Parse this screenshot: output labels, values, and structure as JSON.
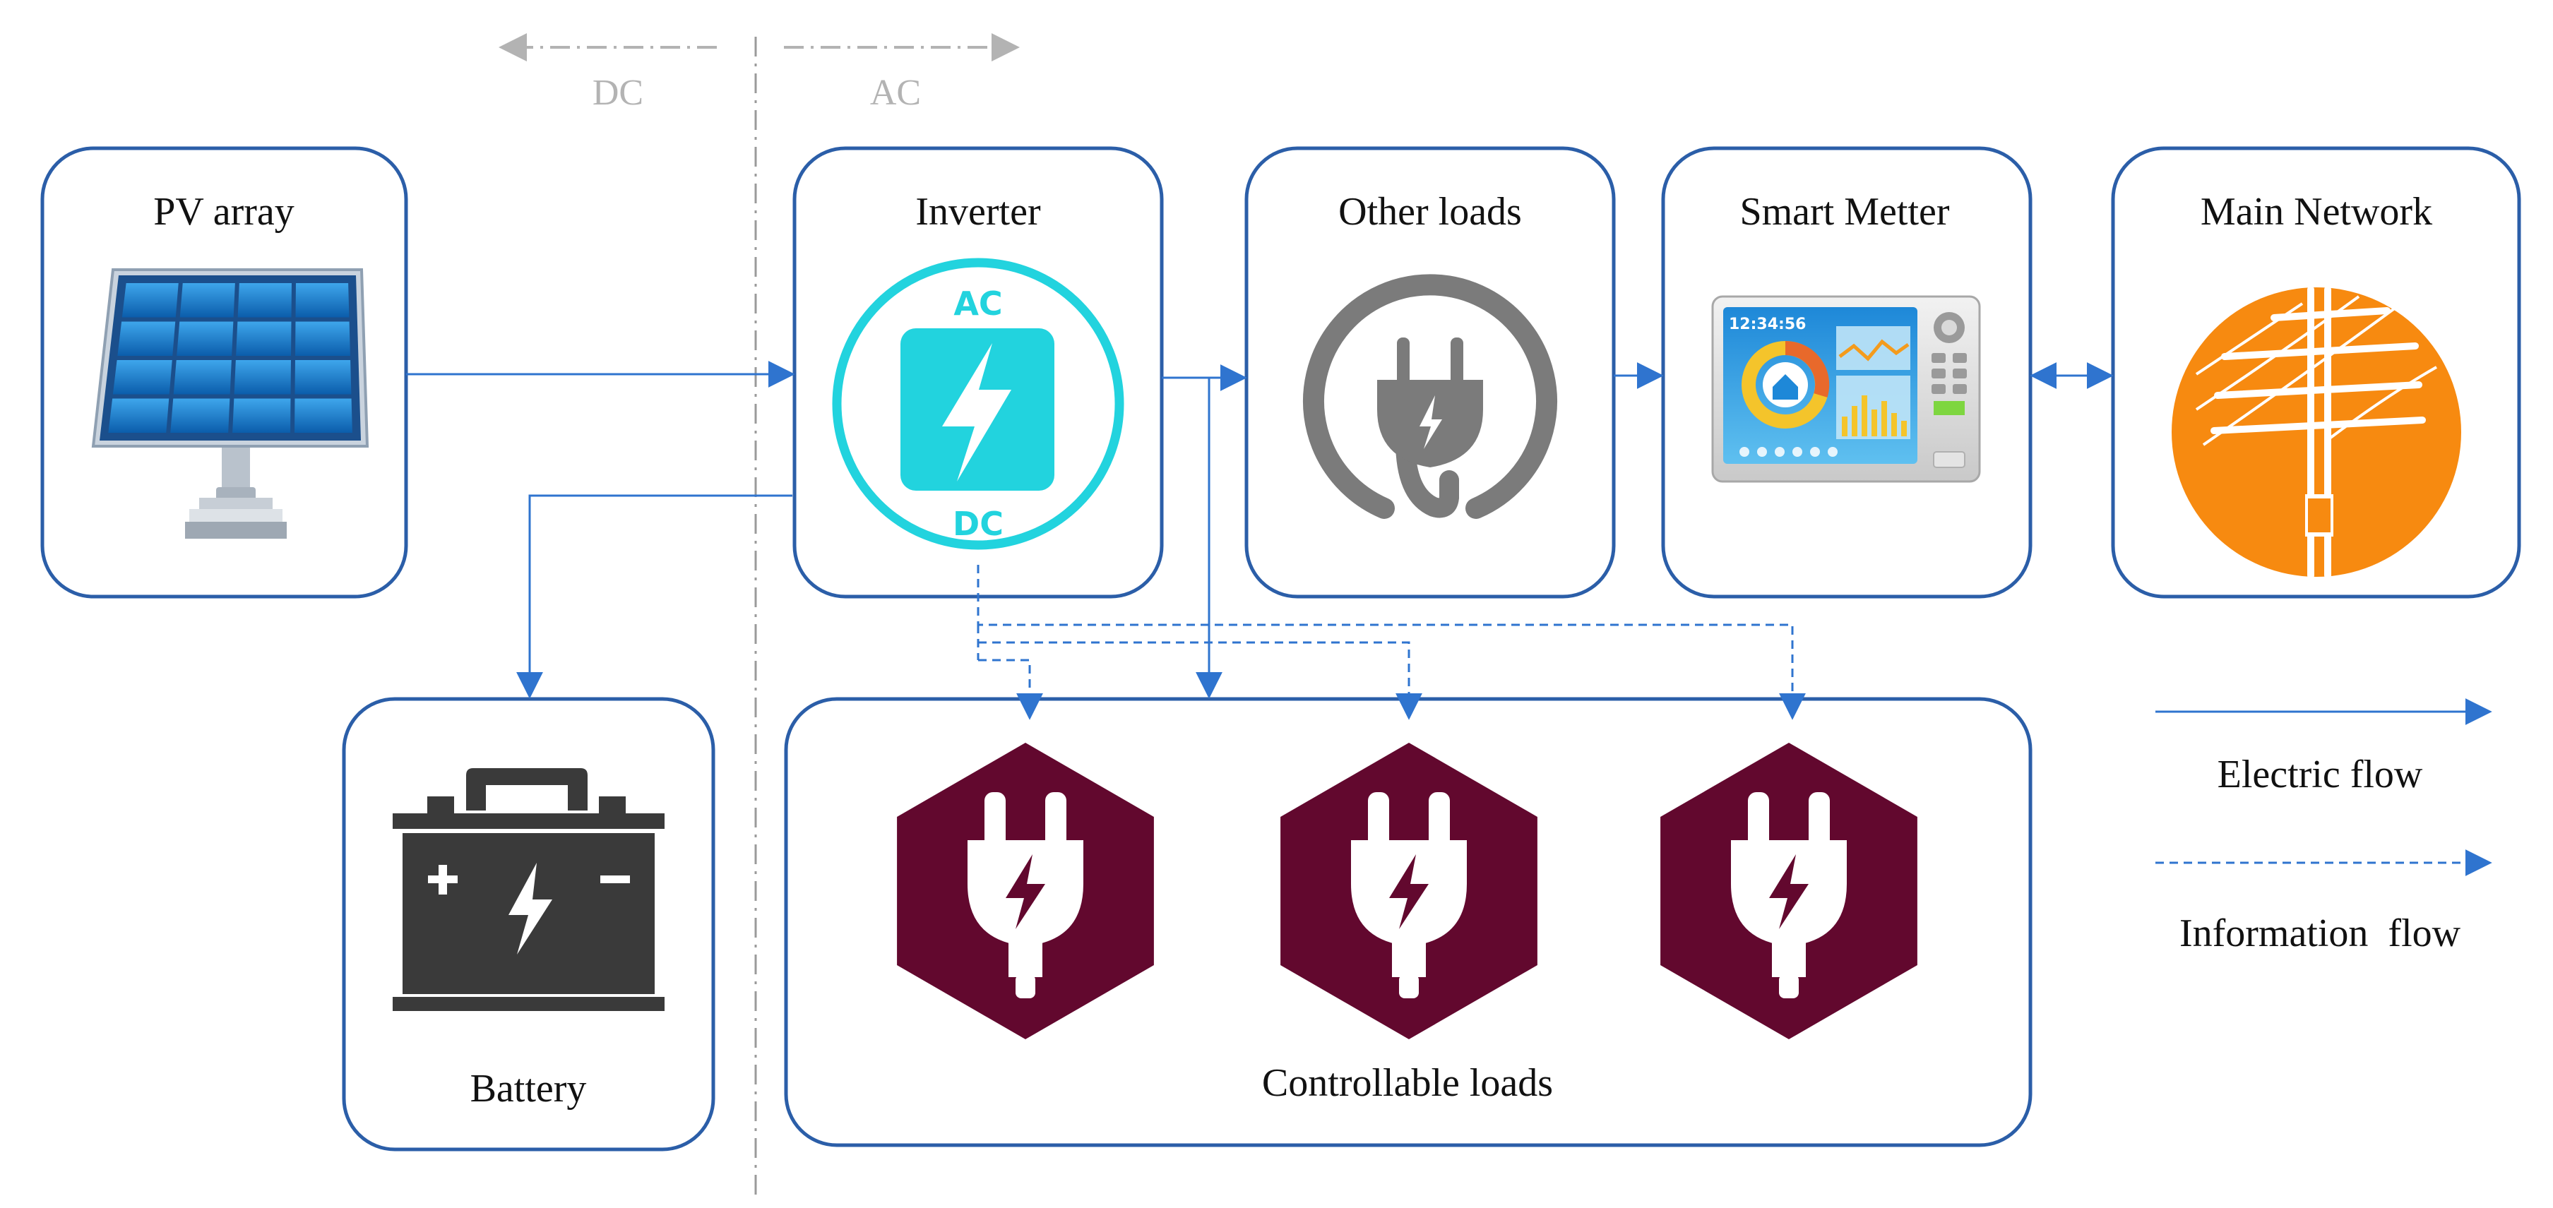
{
  "header": {
    "dc_label": "DC",
    "ac_label": "AC"
  },
  "nodes": {
    "pv_array": {
      "label": "PV array",
      "icon": "solar-panel-icon"
    },
    "inverter": {
      "label": "Inverter",
      "icon": "inverter-icon",
      "ac_text": "AC",
      "dc_text": "DC"
    },
    "other_loads": {
      "label": "Other loads",
      "icon": "plug-icon"
    },
    "smart_meter": {
      "label": "Smart Metter",
      "icon": "smart-meter-icon",
      "clock_text": "12:34:56"
    },
    "main_network": {
      "label": "Main Network",
      "icon": "power-pole-icon"
    },
    "battery": {
      "label": "Battery",
      "icon": "battery-icon"
    },
    "controllable_loads": {
      "label": "Controllable loads",
      "icon": "hexagon-plug-icon",
      "count": 3
    }
  },
  "legend": {
    "electric_flow": "Electric flow",
    "information_flow": "Information  flow"
  },
  "colors": {
    "box_border": "#2b5ea8",
    "arrow": "#2f74cf",
    "header_gray": "#b3b3b3",
    "inverter_cyan": "#22d3de",
    "other_loads_gray": "#7b7b7b",
    "network_orange": "#f78a10",
    "load_maroon": "#62082e",
    "battery_dark": "#3a3a3a"
  }
}
